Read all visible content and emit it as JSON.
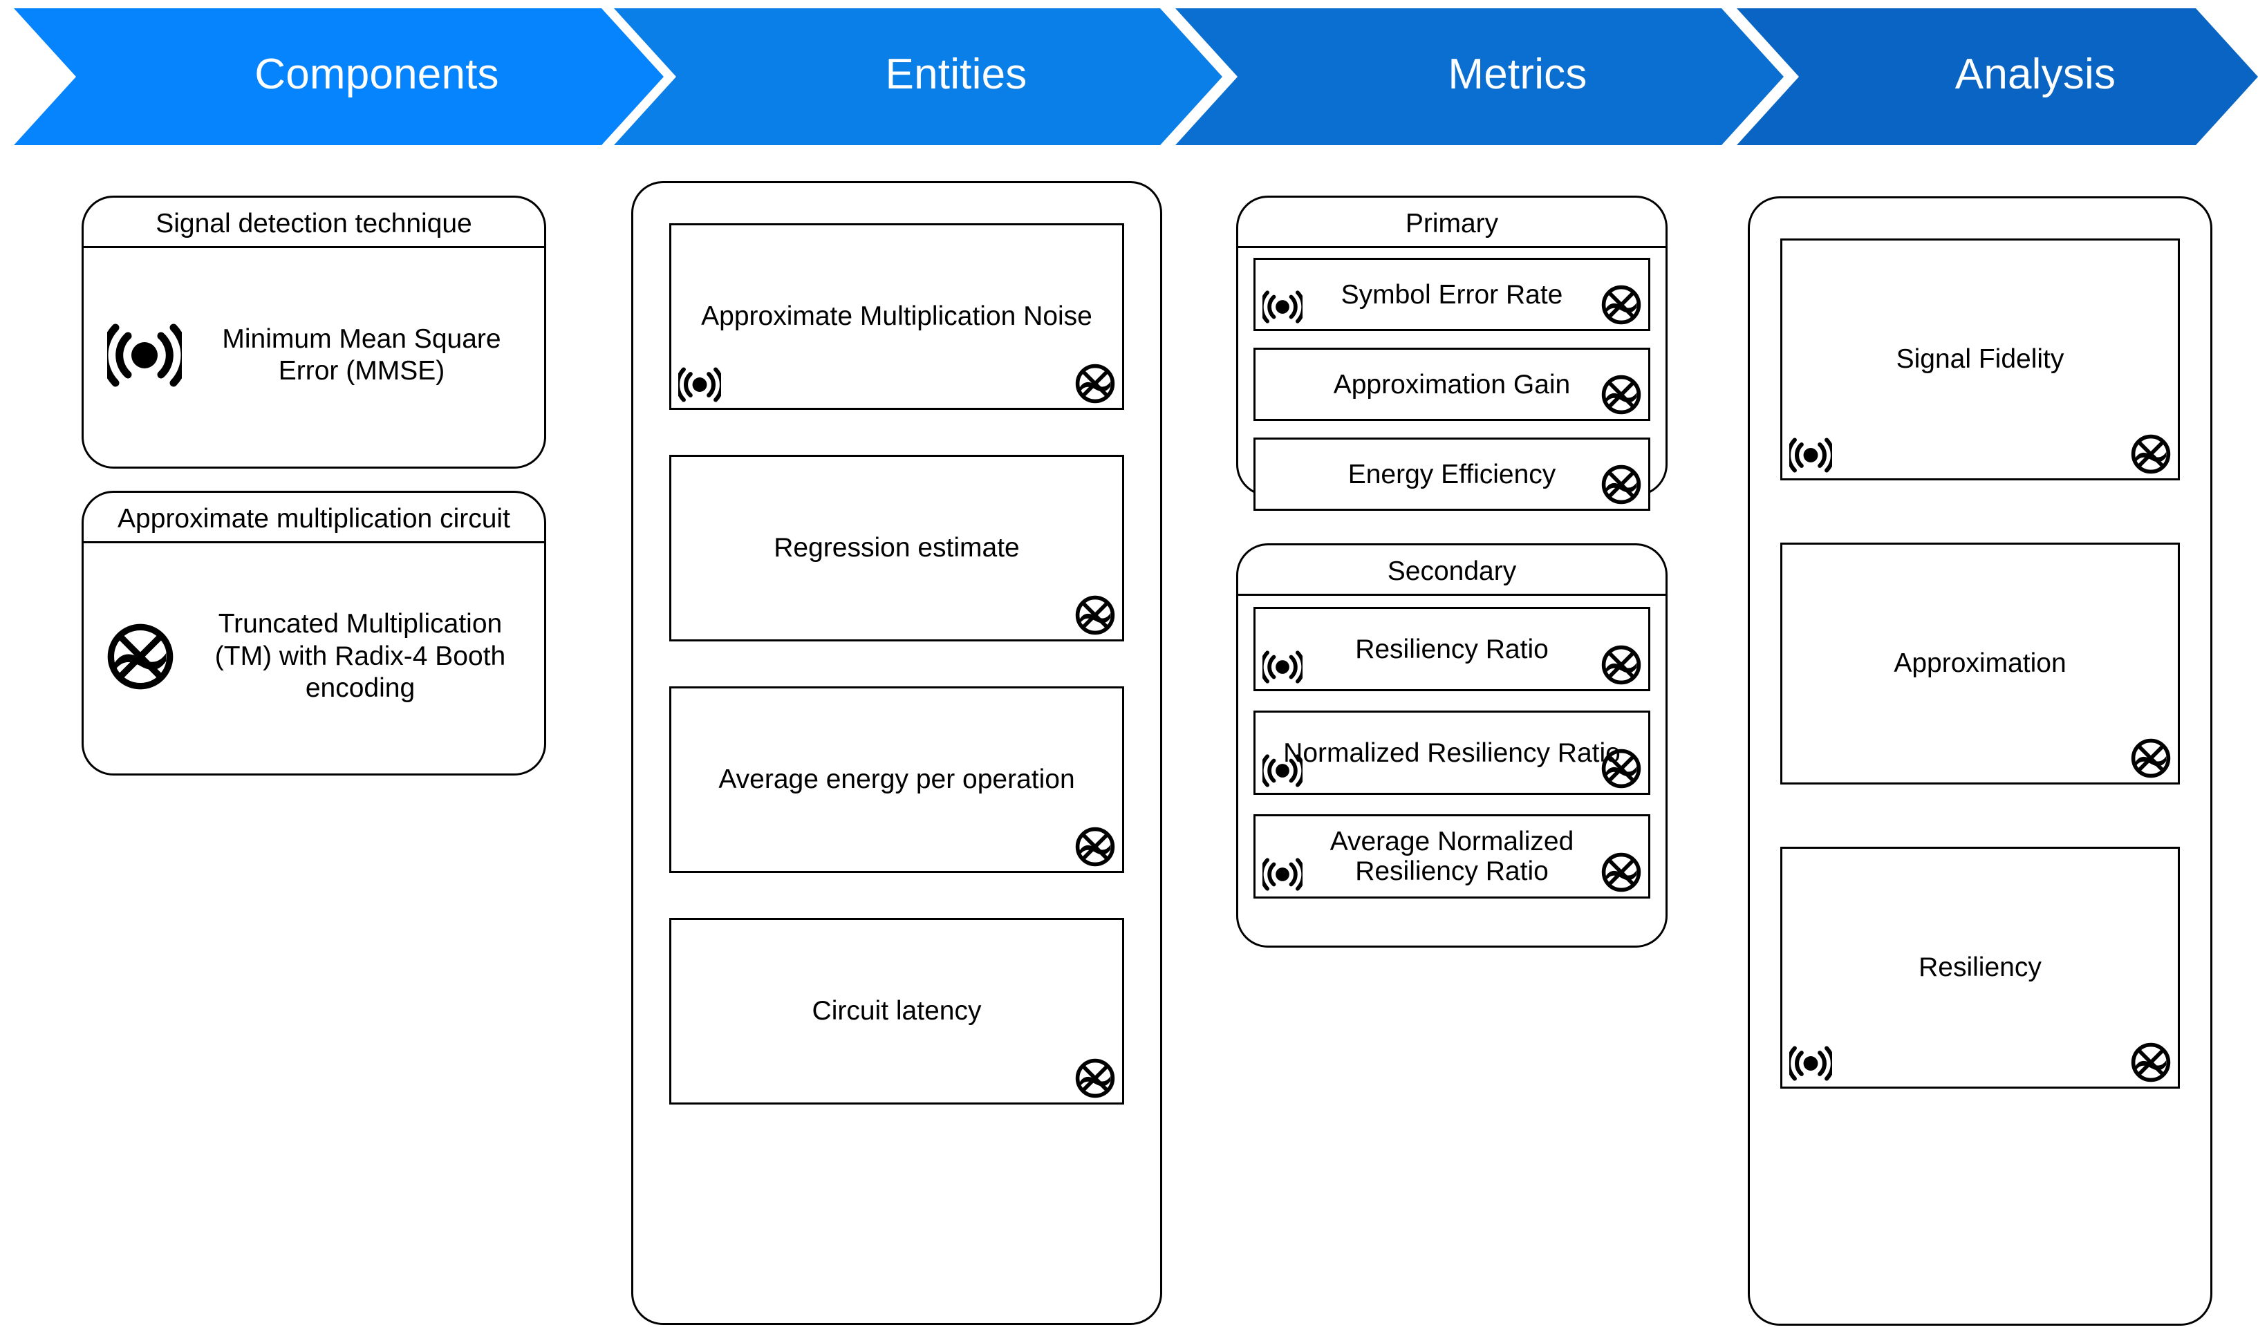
{
  "header": {
    "steps": [
      {
        "label": "Components",
        "color": "#0684fd"
      },
      {
        "label": "Entities",
        "color": "#0b7fe8"
      },
      {
        "label": "Metrics",
        "color": "#0a6fd1"
      },
      {
        "label": "Analysis",
        "color": "#0964c4"
      }
    ]
  },
  "columns": {
    "components": {
      "cards": [
        {
          "title": "Signal detection technique",
          "body": "Minimum Mean Square Error (MMSE)",
          "icon": "signal-icon"
        },
        {
          "title": "Approximate multiplication circuit",
          "body": "Truncated Multiplication (TM) with Radix-4 Booth encoding",
          "icon": "approx-multiplication-icon"
        }
      ]
    },
    "entities": {
      "items": [
        {
          "label": "Approximate Multiplication Noise",
          "icons": [
            "signal-icon",
            "approx-multiplication-icon"
          ]
        },
        {
          "label": "Regression estimate",
          "icons": [
            "approx-multiplication-icon"
          ]
        },
        {
          "label": "Average energy per operation",
          "icons": [
            "approx-multiplication-icon"
          ]
        },
        {
          "label": "Circuit latency",
          "icons": [
            "approx-multiplication-icon"
          ]
        }
      ]
    },
    "metrics": {
      "groups": [
        {
          "title": "Primary",
          "items": [
            {
              "label": "Symbol Error Rate",
              "icons": [
                "signal-icon",
                "approx-multiplication-icon"
              ]
            },
            {
              "label": "Approximation Gain",
              "icons": [
                "approx-multiplication-icon"
              ]
            },
            {
              "label": "Energy Efficiency",
              "icons": [
                "approx-multiplication-icon"
              ]
            }
          ]
        },
        {
          "title": "Secondary",
          "items": [
            {
              "label": "Resiliency Ratio",
              "icons": [
                "signal-icon",
                "approx-multiplication-icon"
              ]
            },
            {
              "label": "Normalized Resiliency Ratio",
              "icons": [
                "signal-icon",
                "approx-multiplication-icon"
              ]
            },
            {
              "label": "Average Normalized Resiliency Ratio",
              "icons": [
                "signal-icon",
                "approx-multiplication-icon"
              ]
            }
          ]
        }
      ]
    },
    "analysis": {
      "items": [
        {
          "label": "Signal Fidelity",
          "icons": [
            "signal-icon",
            "approx-multiplication-icon"
          ]
        },
        {
          "label": "Approximation",
          "icons": [
            "approx-multiplication-icon"
          ]
        },
        {
          "label": "Resiliency",
          "icons": [
            "signal-icon",
            "approx-multiplication-icon"
          ]
        }
      ]
    }
  },
  "colors": {
    "stroke": "#000000",
    "background": "#ffffff",
    "chevron_light": "#0684fd",
    "chevron_dark": "#0964c4"
  }
}
